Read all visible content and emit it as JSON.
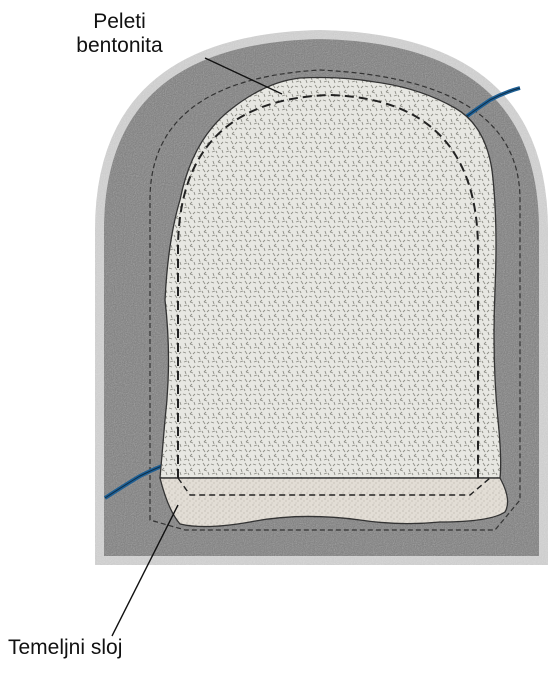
{
  "labels": {
    "pellets_line1": "Peleti",
    "pellets_line2": "bentonita",
    "base_layer": "Temeljni sloj"
  },
  "colors": {
    "rock": "#7d7d7d",
    "rock_edge": "#d9d9d9",
    "pellet_fill": "#e7e7e2",
    "pellet_speck": "#8e8e86",
    "base_fill": "#e2ddd5",
    "water_vein": "#1e5f94",
    "outline": "#333333"
  }
}
